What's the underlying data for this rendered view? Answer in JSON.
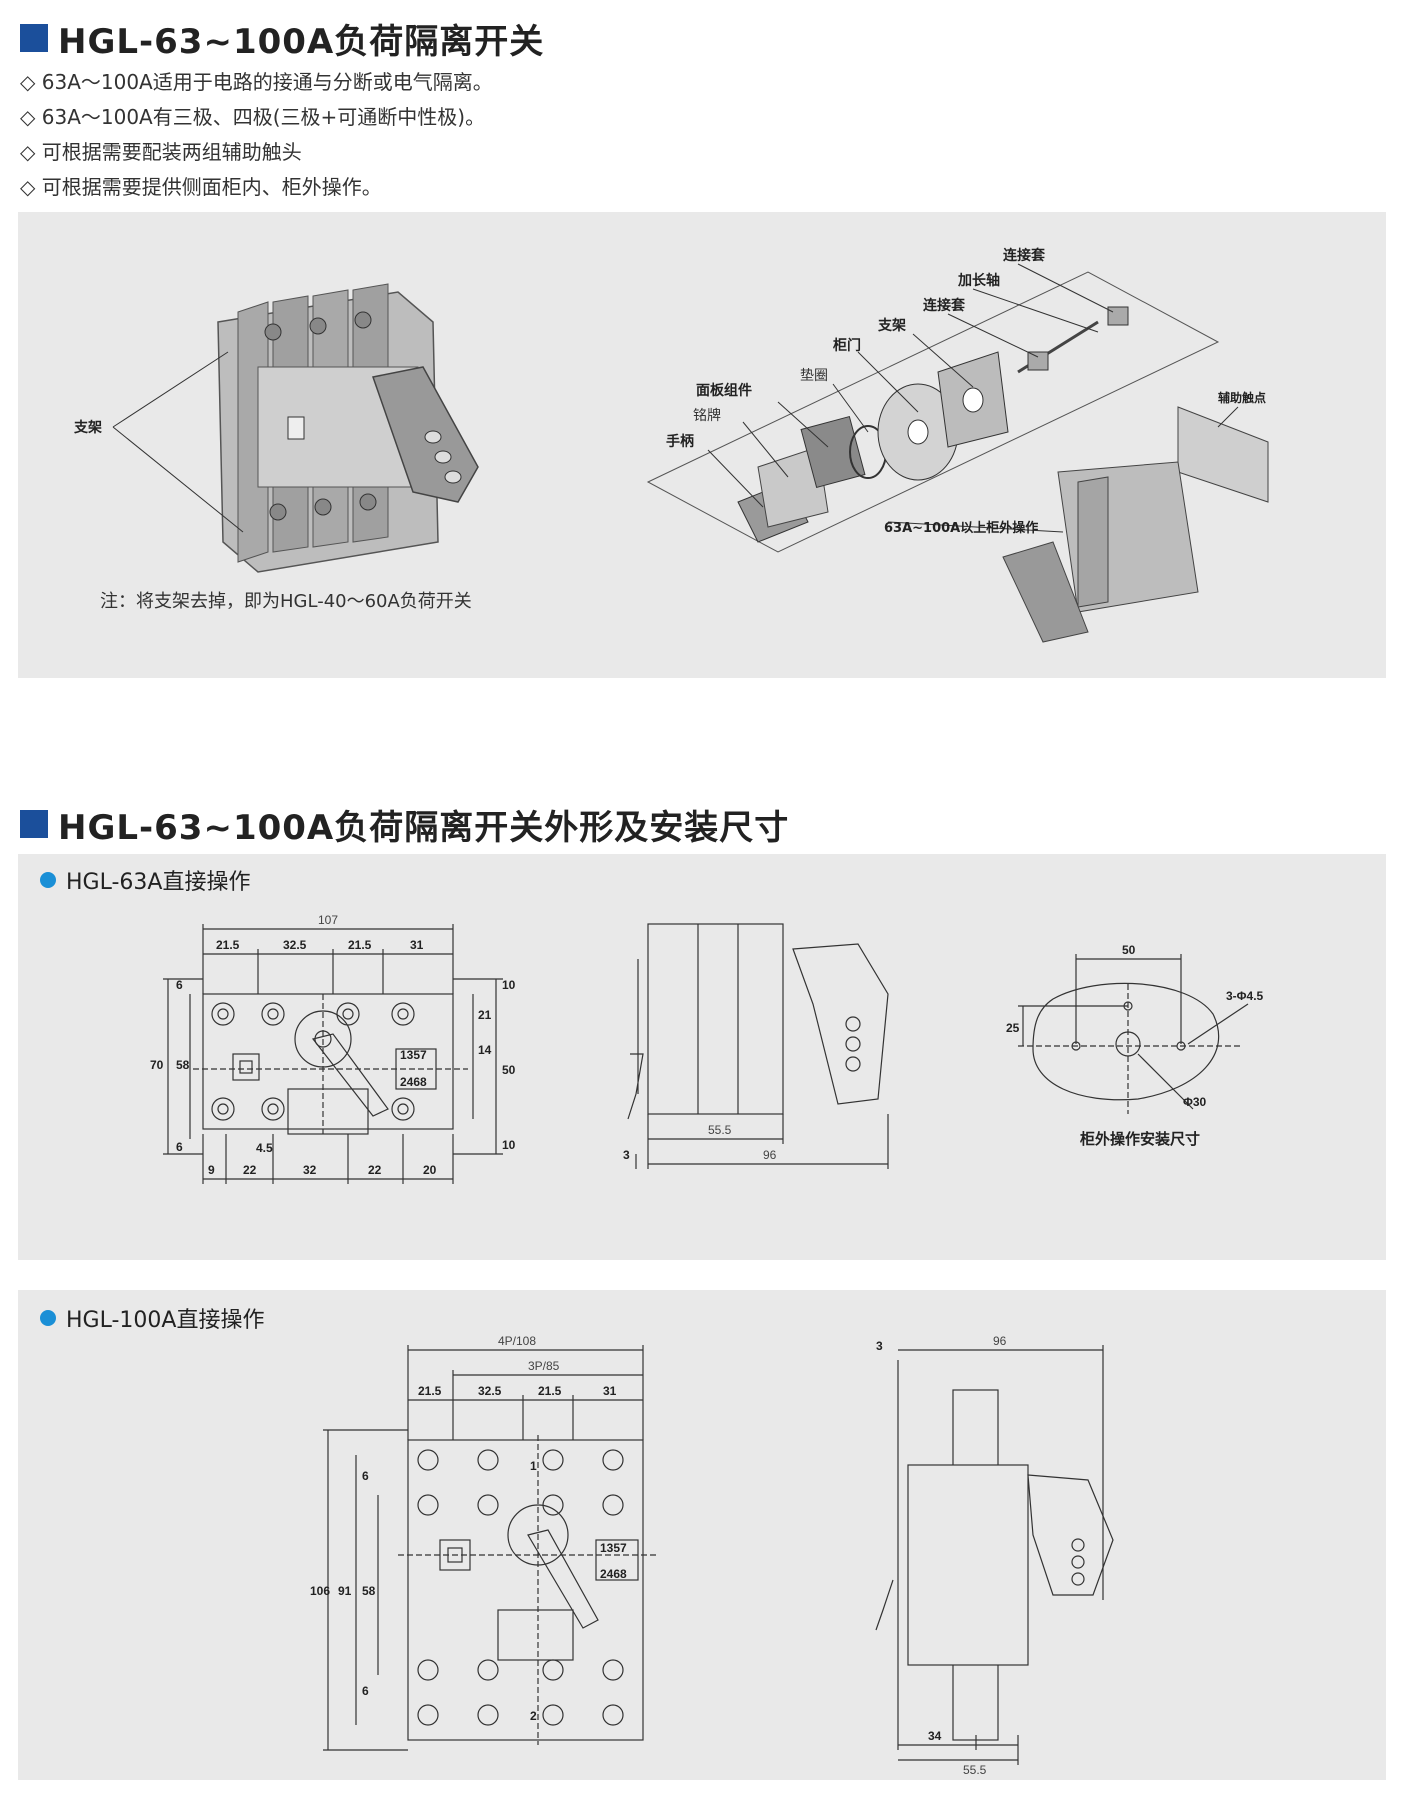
{
  "section1": {
    "title": "HGL-63~100A负荷隔离开关",
    "bullets": [
      "◇ 63A～100A适用于电路的接通与分断或电气隔离。",
      "◇ 63A～100A有三极、四极(三极+可通断中性极)。",
      "◇ 可根据需要配装两组辅助触头",
      "◇ 可根据需要提供侧面柜内、柜外操作。"
    ]
  },
  "figure1": {
    "left_label": "支架",
    "note": "注：将支架去掉，即为HGL-40～60A负荷开关",
    "parts": {
      "connector_top": "连接套",
      "extension_shaft": "加长轴",
      "connector": "连接套",
      "bracket": "支架",
      "cabinet_door": "柜门",
      "gasket": "垫圈",
      "panel_assembly": "面板组件",
      "nameplate": "铭牌",
      "handle": "手柄",
      "aux_contact": "辅助触点",
      "outside_op": "63A~100A以上柜外操作"
    }
  },
  "section2": {
    "title": "HGL-63~100A负荷隔离开关外形及安装尺寸"
  },
  "fig63": {
    "subtitle": "HGL-63A直接操作",
    "dims_top": {
      "total": "107",
      "d1": "21.5",
      "d2": "32.5",
      "d3": "21.5",
      "d4": "31"
    },
    "dims_left": {
      "h70": "70",
      "h58": "58",
      "h6a": "6",
      "h6b": "6"
    },
    "dims_right": {
      "r10a": "10",
      "r21": "21",
      "r14": "14",
      "r50": "50",
      "r10b": "10"
    },
    "dims_bottom": {
      "b9": "9",
      "b22a": "22",
      "b32": "32",
      "b22b": "22",
      "b20": "20",
      "b45": "4.5"
    },
    "aux_label_top": "1357",
    "aux_label_bot": "2468",
    "side": {
      "d555": "55.5",
      "d96": "96",
      "d3": "3"
    },
    "mount": {
      "d50": "50",
      "d25": "25",
      "holes": "3-Φ4.5",
      "phi30": "Φ30",
      "caption": "柜外操作安装尺寸"
    }
  },
  "fig100": {
    "subtitle": "HGL-100A直接操作",
    "dims_top": {
      "p4": "4P/108",
      "p3": "3P/85",
      "d1": "21.5",
      "d2": "32.5",
      "d3": "21.5",
      "d4": "31"
    },
    "dims_left": {
      "h106": "106",
      "h91": "91",
      "h58": "58",
      "h6a": "6",
      "h6b": "6"
    },
    "aux_label_top": "1357",
    "aux_label_bot": "2468",
    "pole1": "1",
    "pole2": "2",
    "side": {
      "d3": "3",
      "d96": "96",
      "d34": "34",
      "d555": "55.5"
    }
  }
}
